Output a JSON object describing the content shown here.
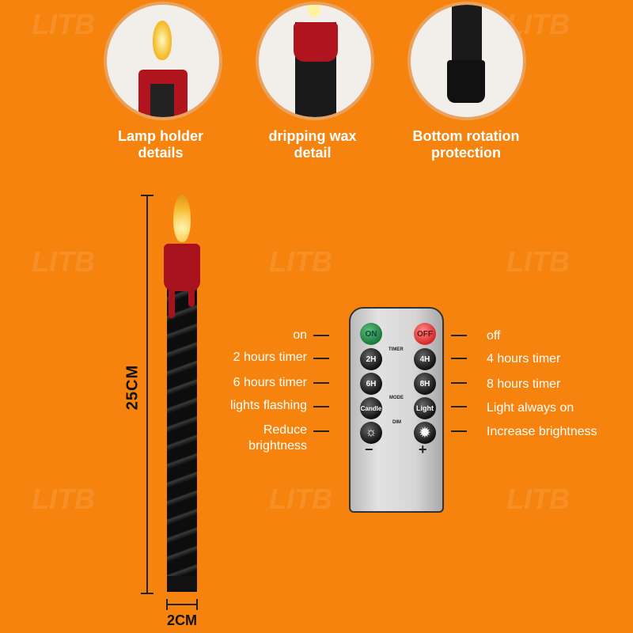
{
  "watermark": "LITB",
  "details": [
    {
      "caption_line1": "Lamp holder",
      "caption_line2": "details"
    },
    {
      "caption_line1": "dripping wax",
      "caption_line2": "detail"
    },
    {
      "caption_line1": "Bottom rotation",
      "caption_line2": "protection"
    }
  ],
  "dimensions": {
    "height": "25CM",
    "width": "2CM"
  },
  "remote": {
    "buttons": {
      "on": "ON",
      "off": "OFF",
      "h2": "2H",
      "h4": "4H",
      "h6": "6H",
      "h8": "8H",
      "candle": "Candle",
      "light": "Light",
      "minus": "−",
      "plus": "+"
    },
    "sections": {
      "timer": "TIMER",
      "mode": "MODE",
      "dim": "DIM"
    }
  },
  "labels_left": [
    "on",
    "2 hours timer",
    "6 hours timer",
    "lights flashing",
    "Reduce",
    "brightness"
  ],
  "labels_right": [
    "off",
    "4 hours timer",
    "8 hours timer",
    "Light always on",
    "Increase brightness"
  ]
}
